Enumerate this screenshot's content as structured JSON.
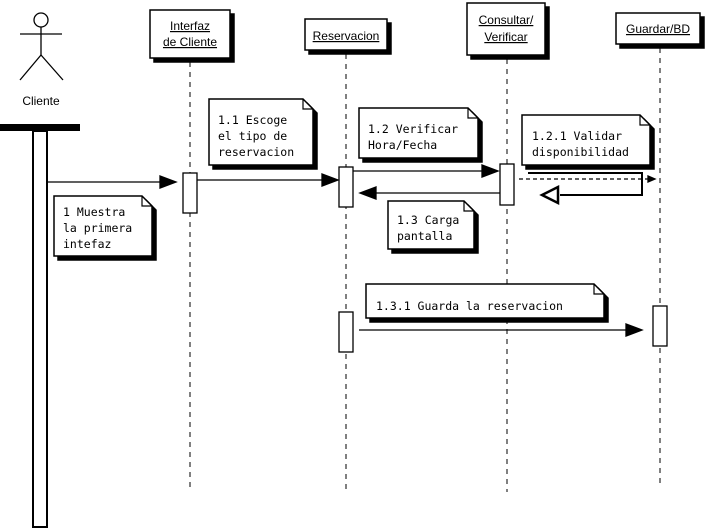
{
  "actor": {
    "name": "Cliente"
  },
  "objects": [
    {
      "id": "interfaz",
      "lines": [
        "Interfaz",
        "de Cliente"
      ]
    },
    {
      "id": "reservacion",
      "lines": [
        "Reservacion"
      ]
    },
    {
      "id": "consultar",
      "lines": [
        "Consultar/",
        "Verificar"
      ]
    },
    {
      "id": "guardar",
      "lines": [
        "Guardar/BD"
      ]
    }
  ],
  "notes": [
    {
      "id": "n1",
      "lines": [
        "1 Muestra",
        "la primera",
        "intefaz"
      ]
    },
    {
      "id": "n11",
      "lines": [
        "1.1 Escoge",
        "el tipo de",
        "reservacion"
      ]
    },
    {
      "id": "n12",
      "lines": [
        "1.2 Verificar",
        "Hora/Fecha"
      ]
    },
    {
      "id": "n121",
      "lines": [
        "1.2.1 Validar",
        "disponibilidad"
      ]
    },
    {
      "id": "n13",
      "lines": [
        "1.3 Carga",
        "pantalla"
      ]
    },
    {
      "id": "n131",
      "lines": [
        "1.3.1 Guarda la reservacion"
      ]
    }
  ]
}
